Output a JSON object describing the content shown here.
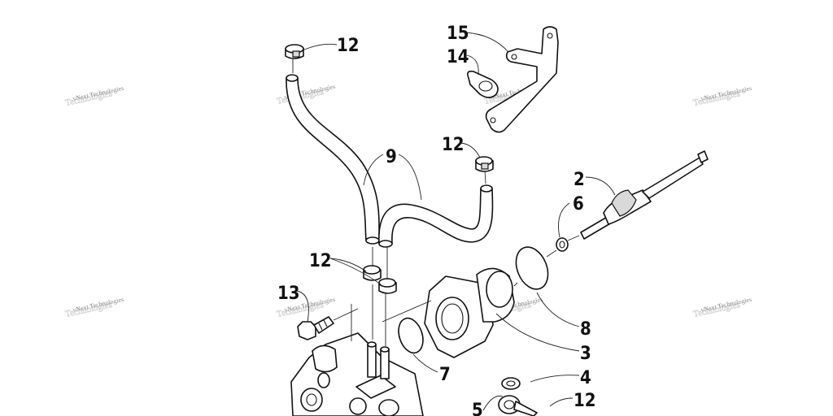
{
  "callouts": {
    "c12_top": "12",
    "c15": "15",
    "c14": "14",
    "c12_mid": "12",
    "c9": "9",
    "c2": "2",
    "c6": "6",
    "c12_left": "12",
    "c13": "13",
    "c8": "8",
    "c3": "3",
    "c7": "7",
    "c4": "4",
    "c5": "5",
    "c12_bottom": "12"
  },
  "watermark": {
    "text": "vNext Technologies",
    "shadow_text": "Technologies"
  },
  "colors": {
    "line": "#111111",
    "background": "#ffffff",
    "watermark": "#8a8a8a"
  }
}
